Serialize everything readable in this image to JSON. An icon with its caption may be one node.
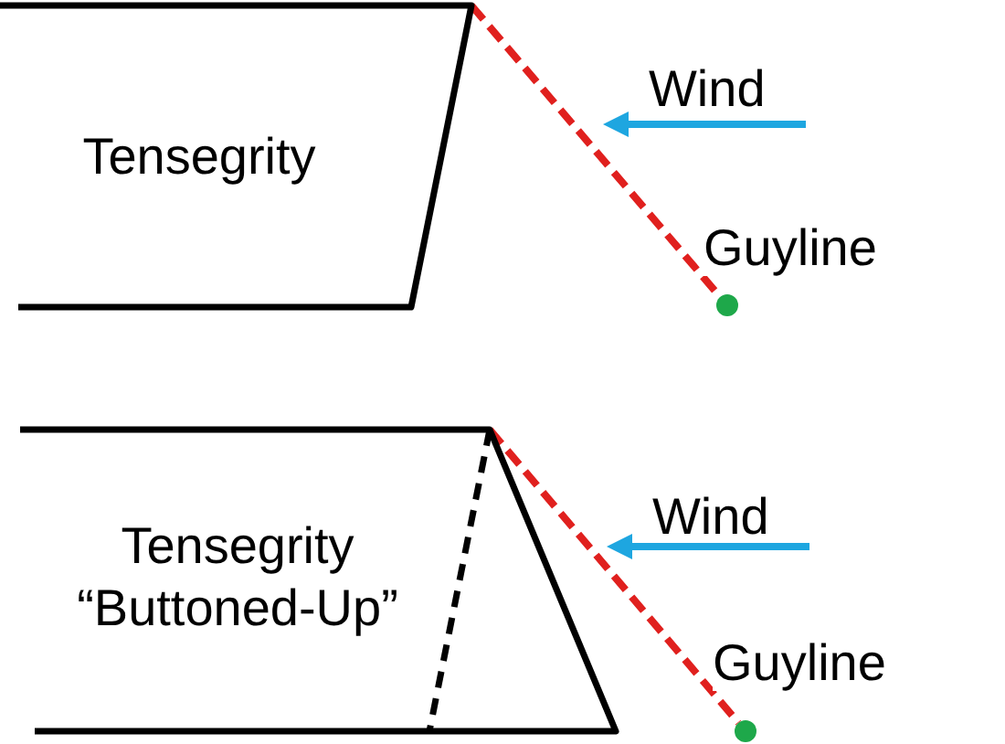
{
  "diagram": {
    "nodes": [
      {
        "text": [
          "Tensegrity"
        ]
      },
      {
        "text": [],
        "shape": "circle"
      },
      {
        "text": [
          "Tensegrity “Buttoned-Up”"
        ]
      },
      {
        "text": [],
        "shape": "circle"
      }
    ],
    "edges": [
      {
        "from": 0,
        "to": 1,
        "arrow": "none",
        "style": "dashed",
        "label": "Guyline"
      },
      {
        "from": 2,
        "to": 3,
        "arrow": "none",
        "style": "dashed",
        "label": "Guyline"
      }
    ],
    "labels": [
      "Wind",
      "Wind"
    ]
  }
}
